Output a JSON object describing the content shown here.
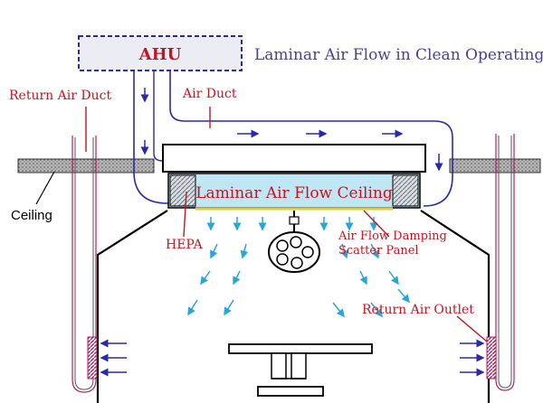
{
  "title": "Laminar Air Flow in Clean Operating Room",
  "labels": {
    "ahu": "AHU",
    "return_air_duct": "Return Air Duct",
    "air_duct": "Air Duct",
    "ceiling": "Ceiling",
    "laminar_ceiling": "Laminar Air Flow Ceiling",
    "hepa": "HEPA",
    "damping_line1": "Air Flow Damping",
    "damping_line2": "Scatter Panel",
    "return_outlet": "Return Air Outlet"
  },
  "colors": {
    "title": "#4a3f9a",
    "label_red": "#c8141e",
    "duct_line": "#2a2aa8",
    "arrow_blue": "#2a2aa8",
    "arrow_cyan": "#2aa6d6",
    "ceiling_panel": "#bfe6f5",
    "hepa_fill": "#cfd6dc",
    "outlet_fill": "#b01f6a",
    "structure": "#000000",
    "slab": "#9a9a9a"
  }
}
